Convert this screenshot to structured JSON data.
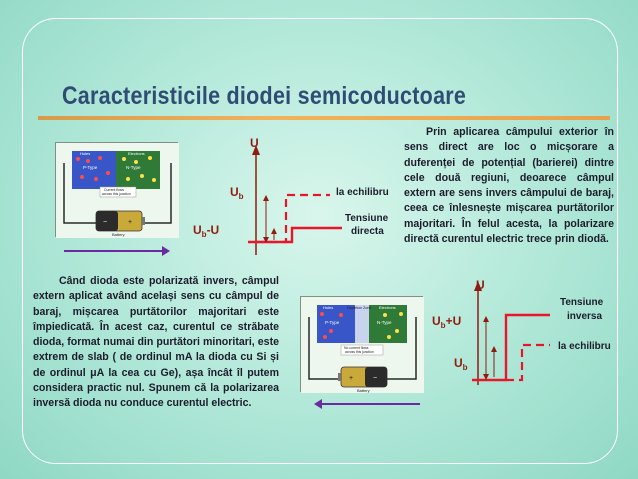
{
  "slide": {
    "title": "Caracteristicile diodei semicoductoare"
  },
  "texts": {
    "right_paragraph": "Prin aplicarea câmpului exterior în sens direct are loc o micșorare a duferenței de potențial (barierei) dintre cele două regiuni, deoarece câmpul extern are sens invers câmpului de baraj, ceea ce înlesnește mișcarea purtătorilor majoritari. În felul acesta, la polarizare directă curentul electric trece prin diodă.",
    "left_paragraph": "Când dioda este polarizată invers, câmpul extern aplicat având același sens cu câmpul de baraj, mișcarea purtătorilor majoritari este împiedicată. În acest caz, curentul ce străbate dioda, format numai din purtători minoritari, este extrem de slab ( de ordinul mA la dioda cu Si și de ordinul μA la cea cu Ge), așa încât îl putem considera practic nul. Spunem că la polarizarea inversă dioda nu conduce curentul electric."
  },
  "diagram_top": {
    "axis_label": "U",
    "level_high_prefix": "U",
    "level_high_sub": "b",
    "level_low_prefix": "U",
    "level_low_sub": "b",
    "level_low_suffix": "-U",
    "label_equilibrium": "la echilibru",
    "label_direct_1": "Tensiune",
    "label_direct_2": "directa"
  },
  "diagram_bottom": {
    "axis_label": "U",
    "level_high_prefix": "U",
    "level_high_sub": "b",
    "level_high_suffix": "+U",
    "level_low_prefix": "U",
    "level_low_sub": "b",
    "label_reverse_1": "Tensiune",
    "label_reverse_2": "inversa",
    "label_equilibrium": "la echilibru"
  },
  "circuit_images": {
    "top": {
      "holes": "Holes",
      "electrons": "Electrons",
      "p_type": "P-Type",
      "n_type": "N-Type",
      "note_1": "Current flows",
      "note_2": "across this junction",
      "battery": "Battery"
    },
    "bottom": {
      "holes": "Holes",
      "depletion": "Depletion Zone",
      "electrons": "Electrons",
      "p_type": "P-Type",
      "n_type": "N-Type",
      "note_1": "No current flows",
      "note_2": "across this junction",
      "battery": "Battery"
    }
  },
  "colors": {
    "title": "#2f4d74",
    "rule": "#e9a24b",
    "curve": "#e8152b",
    "arrow": "#8f1c0f",
    "bottom_arrow": "#6a2aa0"
  },
  "icons": {
    "battery_top": "battery-icon",
    "battery_bottom": "battery-icon"
  }
}
